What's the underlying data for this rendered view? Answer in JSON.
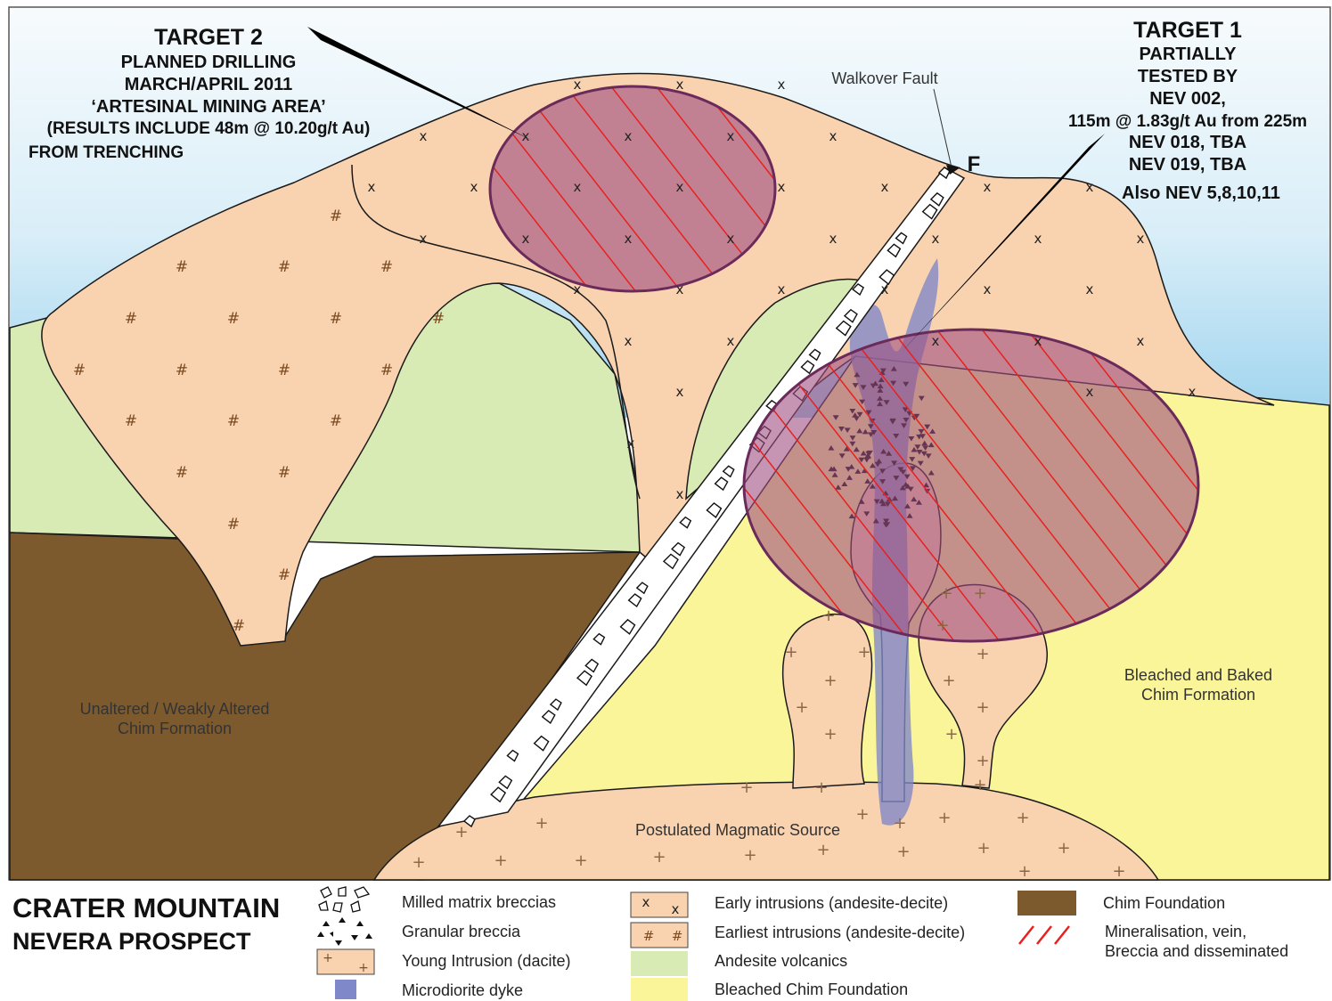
{
  "target2": {
    "title": "TARGET 2",
    "lines": [
      "PLANNED DRILLING",
      "MARCH/APRIL 2011",
      "‘ARTESINAL MINING AREA’",
      "(RESULTS INCLUDE 48m @ 10.20g/t Au)"
    ],
    "extra": "FROM TRENCHING"
  },
  "target1": {
    "title": "TARGET 1",
    "lines": [
      "PARTIALLY",
      "TESTED BY",
      "NEV 002,",
      "115m @ 1.83g/t Au from 225m",
      "NEV 018, TBA",
      "NEV 019, TBA"
    ],
    "extra": "Also NEV 5,8,10,11"
  },
  "labels": {
    "fault": "Walkover Fault",
    "fault_marker": "F",
    "unaltered": [
      "Unaltered / Weakly Altered",
      "Chim Formation"
    ],
    "bleached": [
      "Bleached and Baked",
      "Chim Formation"
    ],
    "magmatic": "Postulated Magmatic Source"
  },
  "legend": {
    "title": [
      "CRATER MOUNTAIN",
      "NEVERA PROSPECT"
    ],
    "items": [
      {
        "label": "Milled matrix breccias",
        "symbol": "milled-breccia-icon"
      },
      {
        "label": "Granular breccia",
        "symbol": "granular-breccia-icon"
      },
      {
        "label": "Young Intrusion (dacite)",
        "symbol": "plus-swatch-icon"
      },
      {
        "label": "Microdiorite dyke",
        "symbol": "blue-swatch-icon"
      },
      {
        "label": "Early intrusions (andesite-decite)",
        "symbol": "x-swatch-icon"
      },
      {
        "label": "Earliest intrusions (andesite-decite)",
        "symbol": "hash-swatch-icon"
      },
      {
        "label": "Andesite volcanics",
        "symbol": "green-swatch-icon"
      },
      {
        "label": "Bleached Chim Foundation",
        "symbol": "yellow-swatch-icon"
      },
      {
        "label": "Chim Foundation",
        "symbol": "brown-swatch-icon"
      },
      {
        "label": "Mineralisation, vein,",
        "symbol": "red-hatch-icon"
      },
      {
        "label": "Breccia and disseminated",
        "symbol": ""
      }
    ]
  },
  "colors": {
    "sky": "#bfe3f3",
    "intrusion": "#f9d2b0",
    "andesite": "#d8ebb4",
    "bleached": "#fbf59a",
    "chim": "#7d5a2e",
    "dyke": "#7f88c8",
    "target": "#9e4f80",
    "mineral": "#e8201e",
    "outline": "#1a1a1a"
  }
}
